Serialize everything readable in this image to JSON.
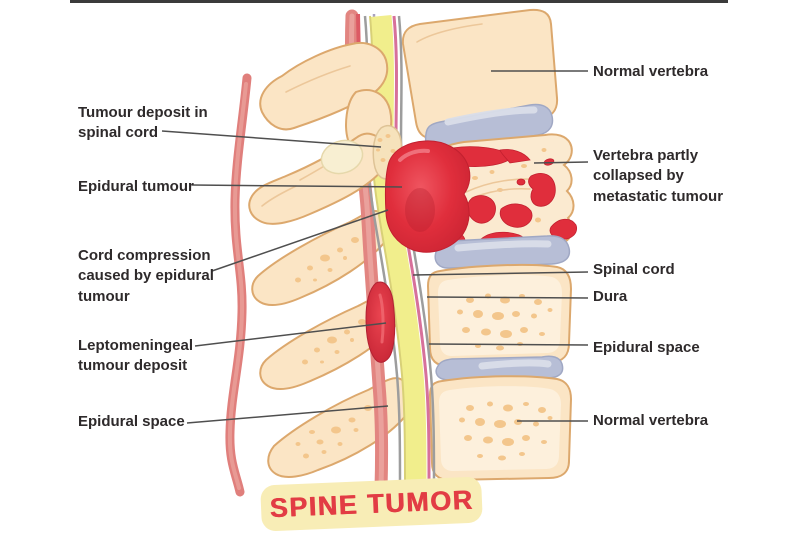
{
  "title": {
    "text": "SPINE TUMOR"
  },
  "labels": {
    "left": [
      {
        "text": "Tumour deposit in spinal cord"
      },
      {
        "text": "Epidural tumour"
      },
      {
        "text": "Cord compression caused by epidural tumour"
      },
      {
        "text": "Leptomeningeal tumour deposit"
      },
      {
        "text": "Epidural space"
      }
    ],
    "right": [
      {
        "text": "Normal vertebra"
      },
      {
        "text": "Vertebra partly collapsed by metastatic tumour"
      },
      {
        "text": "Spinal cord"
      },
      {
        "text": "Dura"
      },
      {
        "text": "Epidural space"
      },
      {
        "text": "Normal vertebra"
      }
    ]
  },
  "colors": {
    "bone": "#fbe5c5",
    "boneline": "#dca86d",
    "boneinner": "#fdf0dc",
    "speck": "#f3c68c",
    "facet": "#f8efd2",
    "facetline": "#e6d8ab",
    "contour": "#ecc79a",
    "disc": "#b7bed6",
    "discline": "#a0a8c4",
    "dischl": "#d9dde9",
    "cord": "#f1ee8c",
    "cordedge": "#d8d077",
    "pia": "#d7709a",
    "dura": "#9d9d9d",
    "vessel": "#e28581",
    "vesselhl": "#eba49e",
    "artery": "#e07f7c",
    "red": "#e02e3c",
    "reddark": "#c2202f",
    "leader": "#4f4f4f",
    "labeltext": "#2e2a2b",
    "titletext": "#e23c44",
    "titlebg": "#f8edb6",
    "topline": "#3b3b3b"
  }
}
